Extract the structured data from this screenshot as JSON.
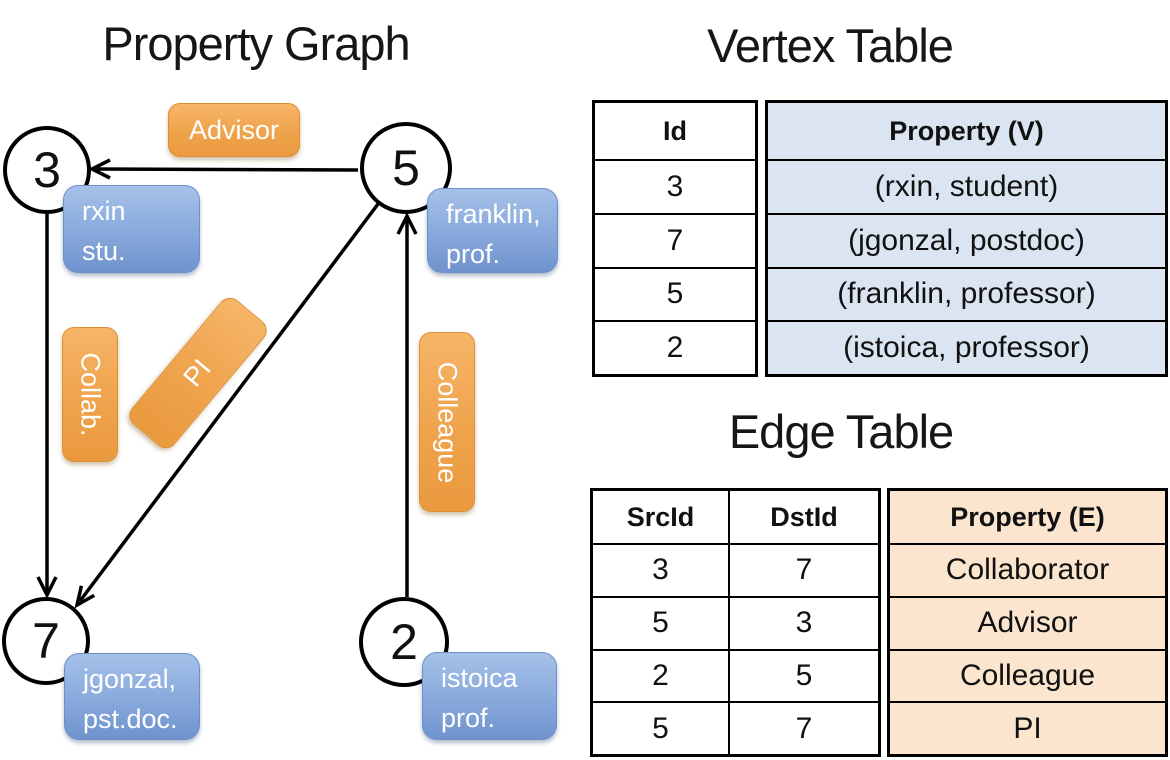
{
  "graph": {
    "title": "Property Graph",
    "nodes": [
      {
        "id": "3",
        "label_line1": "rxin",
        "label_line2": "stu."
      },
      {
        "id": "5",
        "label_line1": "franklin,",
        "label_line2": "prof."
      },
      {
        "id": "7",
        "label_line1": "jgonzal,",
        "label_line2": "pst.doc."
      },
      {
        "id": "2",
        "label_line1": "istoica",
        "label_line2": "prof."
      }
    ],
    "edge_labels": {
      "advisor": "Advisor",
      "collab": "Collab.",
      "pi": "PI",
      "colleague": "Colleague"
    }
  },
  "vertex_table": {
    "title": "Vertex Table",
    "headers": {
      "id": "Id",
      "property": "Property (V)"
    },
    "rows": [
      {
        "id": "3",
        "property": "(rxin, student)"
      },
      {
        "id": "7",
        "property": "(jgonzal, postdoc)"
      },
      {
        "id": "5",
        "property": "(franklin, professor)"
      },
      {
        "id": "2",
        "property": "(istoica, professor)"
      }
    ]
  },
  "edge_table": {
    "title": "Edge Table",
    "headers": {
      "src": "SrcId",
      "dst": "DstId",
      "property": "Property (E)"
    },
    "rows": [
      {
        "src": "3",
        "dst": "7",
        "property": "Collaborator"
      },
      {
        "src": "5",
        "dst": "3",
        "property": "Advisor"
      },
      {
        "src": "2",
        "dst": "5",
        "property": "Colleague"
      },
      {
        "src": "5",
        "dst": "7",
        "property": "PI"
      }
    ]
  },
  "colors": {
    "edge_label_orange": "#efa34c",
    "vertex_property_blue": "#dbe5f2",
    "edge_property_tan": "#fbe5ce",
    "node_box_blue": "#8aabdd"
  }
}
